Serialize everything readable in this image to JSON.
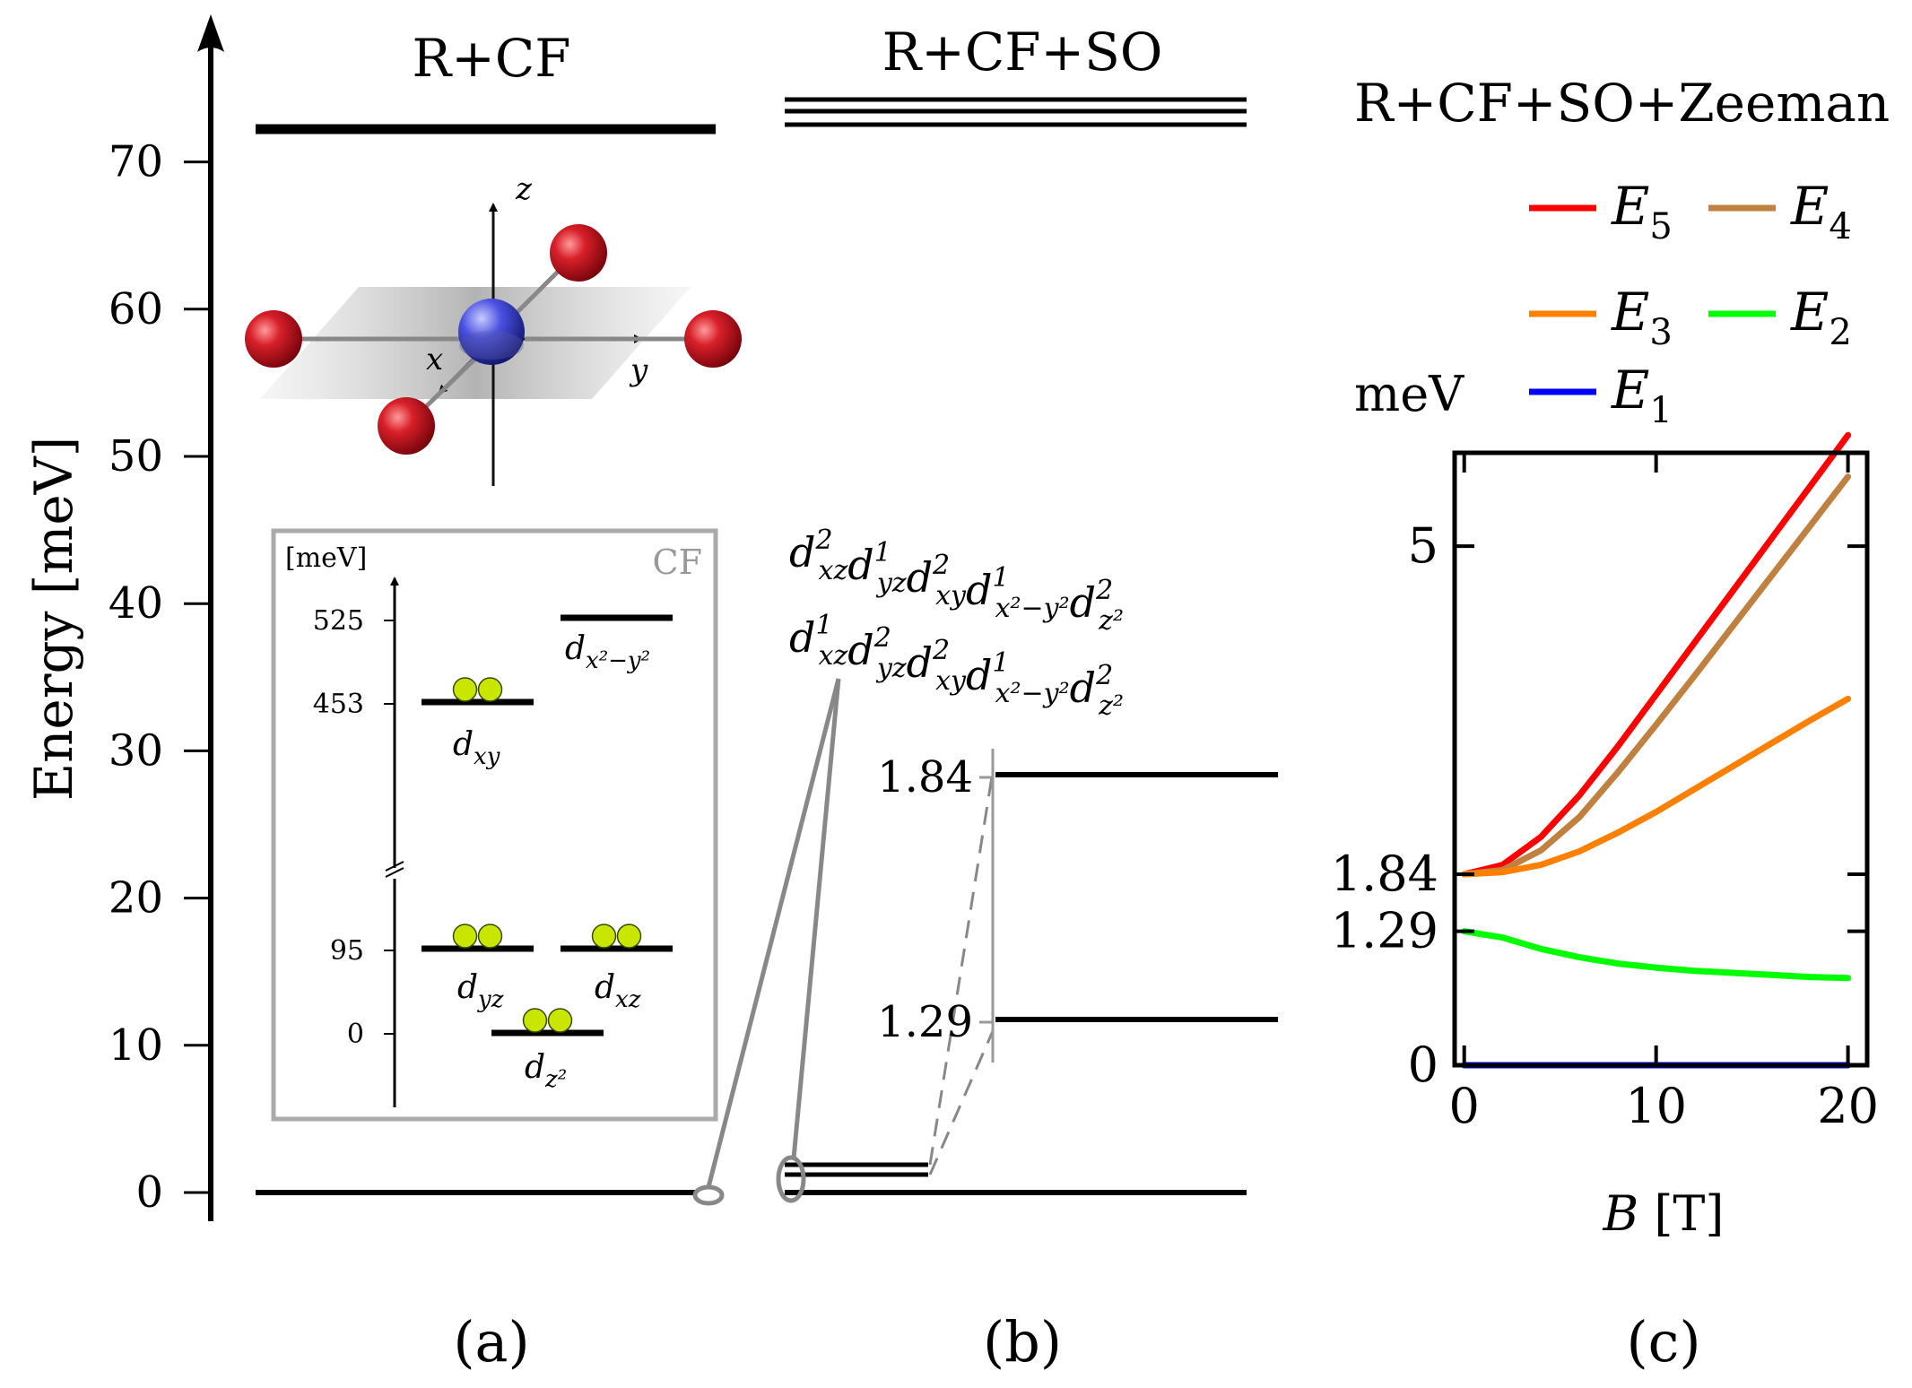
{
  "panel_a": {
    "title": "R+CF",
    "label": "(a)",
    "y_axis_label": "Energy [meV]",
    "y_ticks": [
      "0",
      "10",
      "20",
      "30",
      "40",
      "50",
      "60",
      "70"
    ],
    "molecule_axes": {
      "x": "x",
      "y": "y",
      "z": "z"
    },
    "inset": {
      "unit_label": "[meV]",
      "tag": "CF",
      "ticks": [
        "525",
        "453",
        "95",
        "0"
      ],
      "orbitals": [
        {
          "base": "d",
          "sub": "x²−y²",
          "occupied": 0
        },
        {
          "base": "d",
          "sub": "xy",
          "occupied": 2
        },
        {
          "base": "d",
          "sub": "yz",
          "occupied": 2
        },
        {
          "base": "d",
          "sub": "xz",
          "occupied": 2
        },
        {
          "base": "d",
          "sub": "z²",
          "occupied": 2
        }
      ]
    }
  },
  "panel_b": {
    "title": "R+CF+SO",
    "label": "(b)",
    "configurations": [
      [
        {
          "sub": "xz",
          "sup": "2"
        },
        {
          "sub": "yz",
          "sup": "1"
        },
        {
          "sub": "xy",
          "sup": "2"
        },
        {
          "sub": "x²−y²",
          "sup": "1"
        },
        {
          "sub": "z²",
          "sup": "2"
        }
      ],
      [
        {
          "sub": "xz",
          "sup": "1"
        },
        {
          "sub": "yz",
          "sup": "2"
        },
        {
          "sub": "xy",
          "sup": "2"
        },
        {
          "sub": "x²−y²",
          "sup": "1"
        },
        {
          "sub": "z²",
          "sup": "2"
        }
      ]
    ],
    "zoom_ticks": [
      "1.84",
      "1.29"
    ]
  },
  "panel_c": {
    "title": "R+CF+SO+Zeeman",
    "label": "(c)",
    "unit": "meV",
    "xlabel_var": "B",
    "xlabel_unit": " [T]",
    "legend": [
      {
        "base": "E",
        "sub": "5",
        "color": "#ff0000"
      },
      {
        "base": "E",
        "sub": "4",
        "color": "#c08040"
      },
      {
        "base": "E",
        "sub": "3",
        "color": "#ff8000"
      },
      {
        "base": "E",
        "sub": "2",
        "color": "#00ff00"
      },
      {
        "base": "E",
        "sub": "1",
        "color": "#0000ff"
      }
    ]
  },
  "chart_data": {
    "type": "line",
    "x": [
      0,
      2,
      4,
      6,
      8,
      10,
      12,
      14,
      16,
      18,
      20
    ],
    "xlim": [
      -0.5,
      21
    ],
    "ylim": [
      0,
      5.9
    ],
    "yticks": [
      0,
      1.29,
      1.84,
      5
    ],
    "xticks": [
      0,
      10,
      20
    ],
    "xtick_labels": [
      "0",
      "10",
      "20"
    ],
    "ytick_labels": [
      "0",
      "1.29",
      "1.84",
      "5"
    ],
    "series": [
      {
        "name": "E5",
        "color": "#ff0000",
        "values": [
          1.84,
          1.93,
          2.2,
          2.6,
          3.07,
          3.57,
          4.07,
          4.57,
          5.07,
          5.57,
          6.07
        ]
      },
      {
        "name": "E4",
        "color": "#c08040",
        "values": [
          1.84,
          1.88,
          2.07,
          2.39,
          2.82,
          3.28,
          3.75,
          4.23,
          4.71,
          5.19,
          5.67
        ]
      },
      {
        "name": "E3",
        "color": "#ff8000",
        "values": [
          1.84,
          1.86,
          1.93,
          2.06,
          2.24,
          2.44,
          2.66,
          2.88,
          3.1,
          3.32,
          3.53
        ]
      },
      {
        "name": "E2",
        "color": "#00ff00",
        "values": [
          1.29,
          1.23,
          1.12,
          1.04,
          0.98,
          0.94,
          0.91,
          0.89,
          0.87,
          0.85,
          0.84
        ]
      },
      {
        "name": "E1",
        "color": "#0000ff",
        "values": [
          0,
          0,
          0,
          0,
          0,
          0,
          0,
          0,
          0,
          0,
          0
        ]
      }
    ]
  },
  "colors": {
    "electron_fill": "#c8e600",
    "atom_red": "#c8141e",
    "atom_blue": "#4048d8",
    "inset_border": "#aaaaaa",
    "zoom_line": "#888888"
  }
}
